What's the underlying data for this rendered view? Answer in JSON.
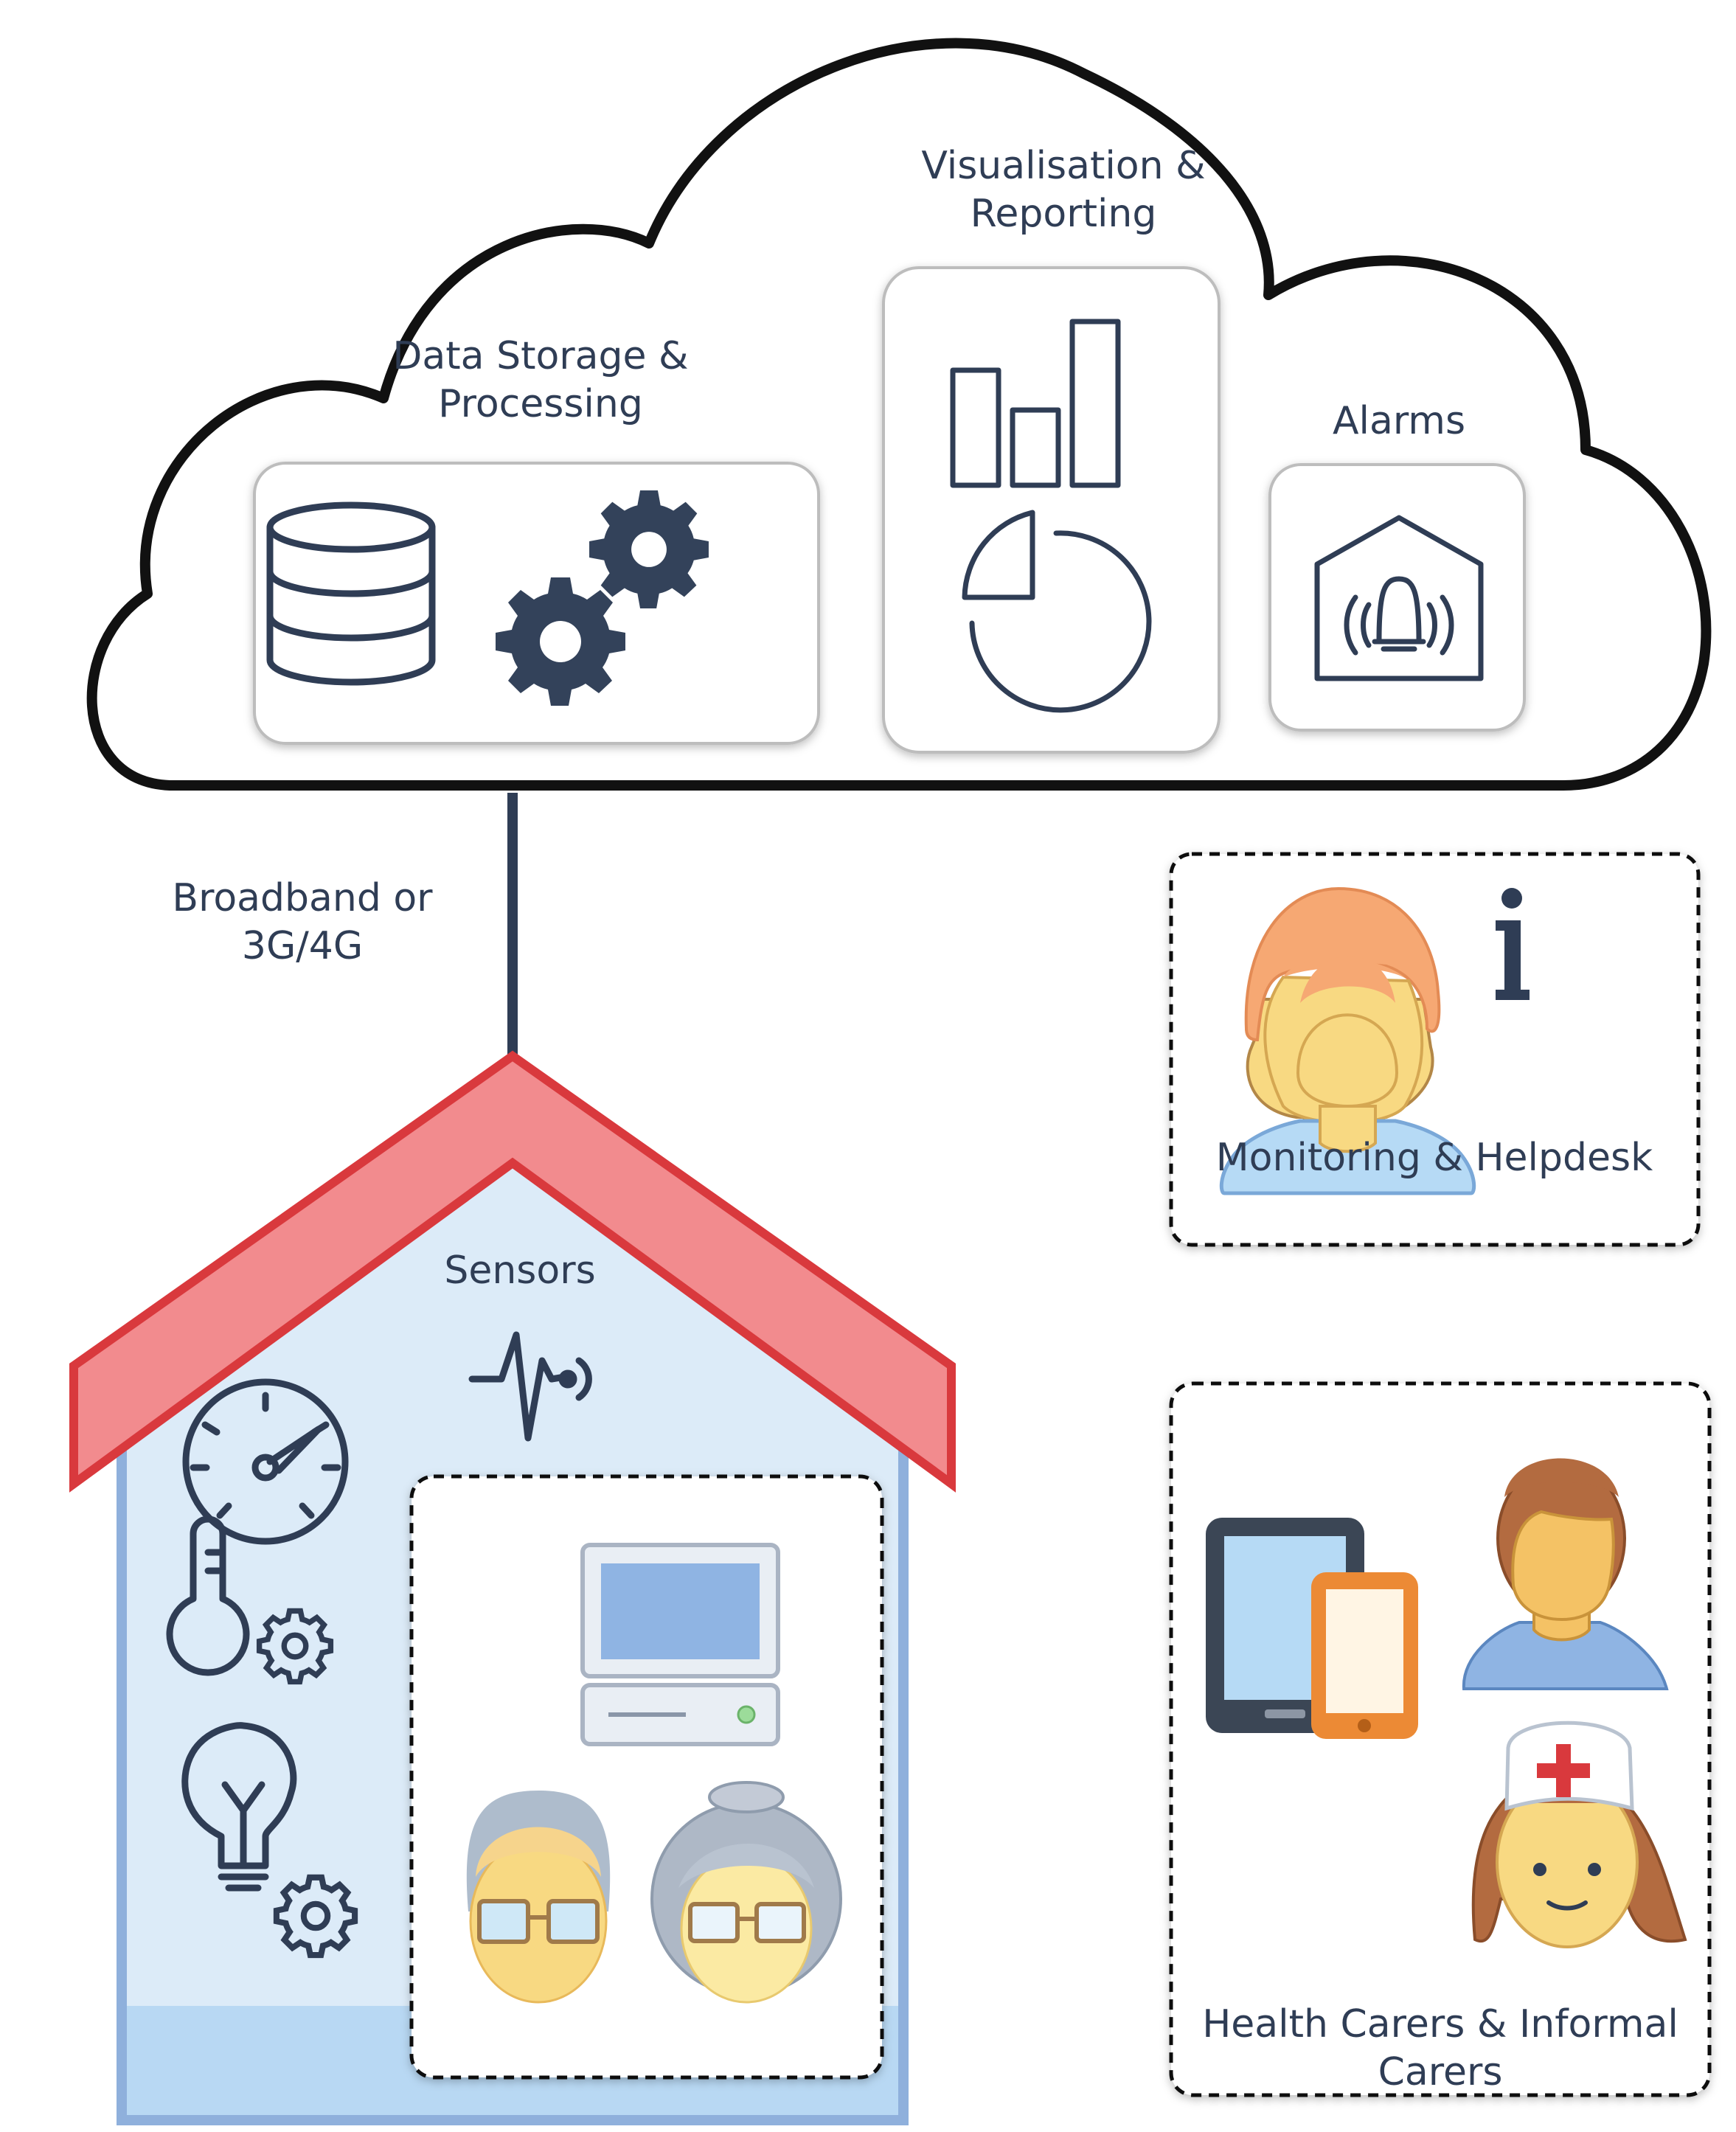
{
  "cloud": {
    "data_storage_label_line1": "Data Storage &",
    "data_storage_label_line2": "Processing",
    "visualisation_label_line1": "Visualisation &",
    "visualisation_label_line2": "Reporting",
    "alarms_label": "Alarms"
  },
  "connection": {
    "label_line1": "Broadband or",
    "label_line2": "3G/4G"
  },
  "house": {
    "sensors_label": "Sensors"
  },
  "monitoring": {
    "label": "Monitoring & Helpdesk",
    "info_glyph": "i"
  },
  "carers": {
    "label_line1": "Health Carers & Informal",
    "label_line2": "Carers"
  },
  "colors": {
    "navy": "#2f3d55",
    "roof_fill": "#f28b8e",
    "roof_stroke": "#d9393d",
    "house_fill": "#dcebf8",
    "house_stroke": "#8fb0dc",
    "skin": "#f8d982",
    "hair_orange": "#f6a873",
    "hair_brown": "#b36b40",
    "shirt_blue": "#a9cff2",
    "phone_orange": "#ec8a35"
  },
  "icons": [
    "database-icon",
    "gears-icon",
    "bar-chart-icon",
    "pie-chart-icon",
    "alarm-house-icon",
    "signal-sensor-icon",
    "gauge-icon",
    "thermometer-icon",
    "lightbulb-icon",
    "computer-icon",
    "elderly-man-icon",
    "elderly-woman-icon",
    "helpdesk-person-icon",
    "info-icon",
    "tablet-icon",
    "phone-icon",
    "carer-icon",
    "nurse-icon"
  ]
}
